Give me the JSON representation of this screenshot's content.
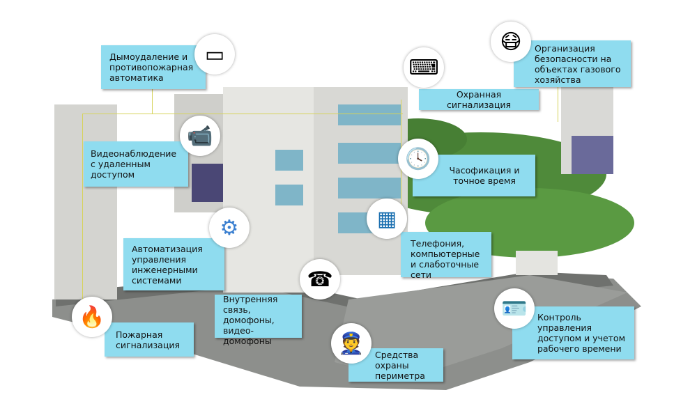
{
  "labels": {
    "smoke": "Дымоудаление и противопожарная автоматика",
    "cctv": "Видеонаблюдение с удаленным доступом",
    "automation": "Автоматизация управления инженерными системами",
    "fire": "Пожарная сигнализация",
    "intercom": "Внутренняя связь, домофоны, видео-домофоны",
    "perimeter": "Средства охраны периметра",
    "telephony": "Телефония, компьютерные и слаботочные сети",
    "clock": "Часофикация и точное время",
    "alarm": "Охранная сигнализация",
    "gas": "Организация безопасности на объектах газового хозяйства",
    "access": "Контроль управления доступом и учетом рабочего времени"
  },
  "colors": {
    "label_bg": "#8fdcef",
    "line": "#d6d35a",
    "ground": "#8d8f8c",
    "trees": "#4f8a3a"
  }
}
